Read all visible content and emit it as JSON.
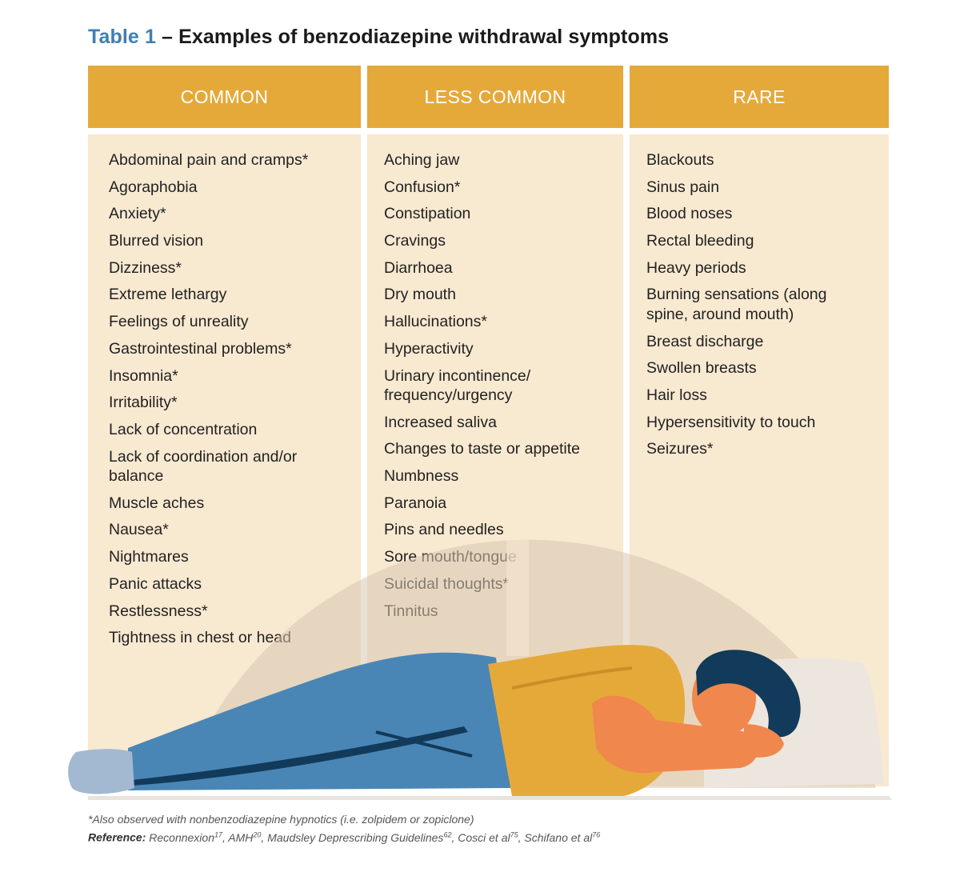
{
  "title": {
    "table_number": "Table 1",
    "caption": "– Examples of benzodiazepine withdrawal symptoms"
  },
  "columns": [
    {
      "heading": "COMMON",
      "items": [
        "Abdominal pain and cramps*",
        "Agoraphobia",
        "Anxiety*",
        "Blurred vision",
        "Dizziness*",
        "Extreme lethargy",
        "Feelings of unreality",
        "Gastrointestinal problems*",
        "Insomnia*",
        "Irritability*",
        "Lack of concentration",
        "Lack of coordination and/or balance",
        "Muscle aches",
        "Nausea*",
        "Nightmares",
        "Panic attacks",
        "Restlessness*",
        "Tightness in chest or head"
      ]
    },
    {
      "heading": "LESS COMMON",
      "items": [
        "Aching jaw",
        "Confusion*",
        "Constipation",
        "Cravings",
        "Diarrhoea",
        "Dry mouth",
        "Hallucinations*",
        "Hyperactivity",
        "Urinary incontinence/ frequency/urgency",
        "Increased saliva",
        "Changes to taste or appetite",
        "Numbness",
        "Paranoia",
        "Pins and needles",
        "Sore mouth/tongue",
        "Suicidal thoughts*",
        "Tinnitus"
      ]
    },
    {
      "heading": "RARE",
      "items": [
        "Blackouts",
        "Sinus pain",
        "Blood noses",
        "Rectal bleeding",
        "Heavy periods",
        "Burning sensations (along spine, around mouth)",
        "Breast discharge",
        "Swollen breasts",
        "Hair loss",
        "Hypersensitivity to touch",
        "Seizures*"
      ]
    }
  ],
  "footnote": {
    "note": "*Also observed with nonbenzodiazepine hypnotics (i.e. zolpidem or zopiclone)",
    "reference_label": "Reference:",
    "references": [
      {
        "text": "Reconnexion",
        "sup": "17"
      },
      {
        "text": "AMH",
        "sup": "20"
      },
      {
        "text": "Maudsley Deprescribing Guidelines",
        "sup": "62"
      },
      {
        "text": "Cosci et al",
        "sup": "75"
      },
      {
        "text": "Schifano et al",
        "sup": "76"
      }
    ]
  },
  "colors": {
    "header": "#e5a93a",
    "column_bg": "#f8e9d1",
    "title_accent": "#3f7eb3",
    "jeans": "#4a86b5",
    "shirt": "#e5a93a",
    "skin": "#f0874d",
    "hair": "#123a5a"
  }
}
